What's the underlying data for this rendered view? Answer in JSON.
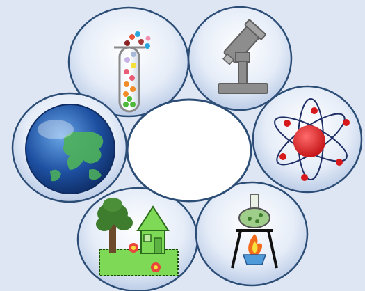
{
  "diagram": {
    "type": "science-topics-flower",
    "center": {
      "label": ""
    },
    "petals": [
      {
        "id": "chemistry",
        "icon": "test-tube-icon"
      },
      {
        "id": "biology-microscope",
        "icon": "microscope-icon"
      },
      {
        "id": "physics",
        "icon": "atom-icon"
      },
      {
        "id": "lab-experiment",
        "icon": "flask-burner-icon"
      },
      {
        "id": "environment",
        "icon": "house-garden-icon"
      },
      {
        "id": "geography",
        "icon": "globe-icon"
      }
    ]
  },
  "colors": {
    "background": "#dfe6f3",
    "circle_border": "#2c4d76",
    "gray": "#808080",
    "red": "#d7191c",
    "green": "#4fb83a",
    "dark_green": "#3e7d2e",
    "ocean": "#1d4fa0"
  }
}
